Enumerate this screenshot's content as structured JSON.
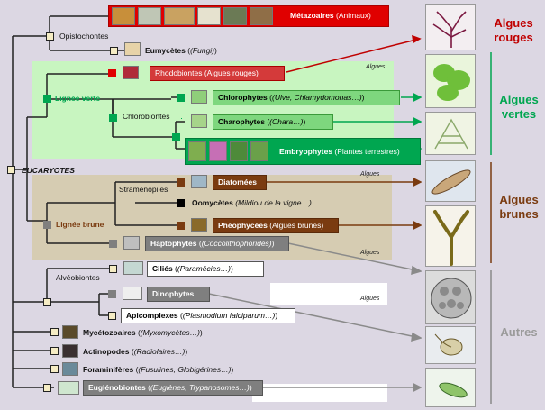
{
  "metazoa": {
    "name": "Métazoaires",
    "note": "(Animaux)"
  },
  "opisthokonta": "Opistochontes",
  "fungi": {
    "name": "Eumycètes",
    "note": "(Fungi)"
  },
  "rhodo": {
    "name": "Rhodobiontes",
    "note": "(Algues rouges)"
  },
  "lignee_verte": "Lignée verte",
  "chlorobiontes": "Chlorobiontes",
  "chloro": {
    "name": "Chlorophytes",
    "note": "(Ulve, Chlamydomonas…)"
  },
  "charo": {
    "name": "Charophytes",
    "note": "(Chara…)"
  },
  "embryo": {
    "name": "Embryophytes",
    "note": "(Plantes terrestres)"
  },
  "eucaryotes": "EUCARYOTES",
  "stramenopiles": "Straménopiles",
  "diatomees": {
    "name": "Diatomées"
  },
  "oomycetes": {
    "name": "Oomycètes",
    "note": "(Mildiou de la vigne…)"
  },
  "lignee_brune": "Lignée brune",
  "pheo": {
    "name": "Phéophycées",
    "note": "(Algues brunes)"
  },
  "hapto": {
    "name": "Haptophytes",
    "note": "(Coccolithophoridés)"
  },
  "alveobiontes": "Alvéobiontes",
  "cilies": {
    "name": "Ciliés",
    "note": "(Paramécies…)"
  },
  "dino": {
    "name": "Dinophytes"
  },
  "apicomplexes": {
    "name": "Apicomplexes",
    "note": "(Plasmodium falciparum…)"
  },
  "myceto": {
    "name": "Mycétozoaires",
    "note": "(Myxomycètes…)"
  },
  "actino": {
    "name": "Actinopodes",
    "note": "(Radiolaires…)"
  },
  "forams": {
    "name": "Foraminifères",
    "note": "(Fusulines, Globigérines…)"
  },
  "eugleno": {
    "name": "Euglénobiontes",
    "note": "(Euglènes, Trypanosomes…)"
  },
  "algues_tag": "Algues",
  "side": {
    "rouges": [
      "Algues",
      "rouges"
    ],
    "vertes": [
      "Algues",
      "vertes"
    ],
    "brunes": [
      "Algues",
      "brunes"
    ],
    "autres": "Autres"
  },
  "colors": {
    "red": "#c00000",
    "green": "#00a650",
    "brown": "#7a3b10",
    "grey": "#7f7f7f",
    "cream": "#f5ecc4",
    "light_green": "#c8f5c0",
    "tan": "#d6ccb2"
  }
}
